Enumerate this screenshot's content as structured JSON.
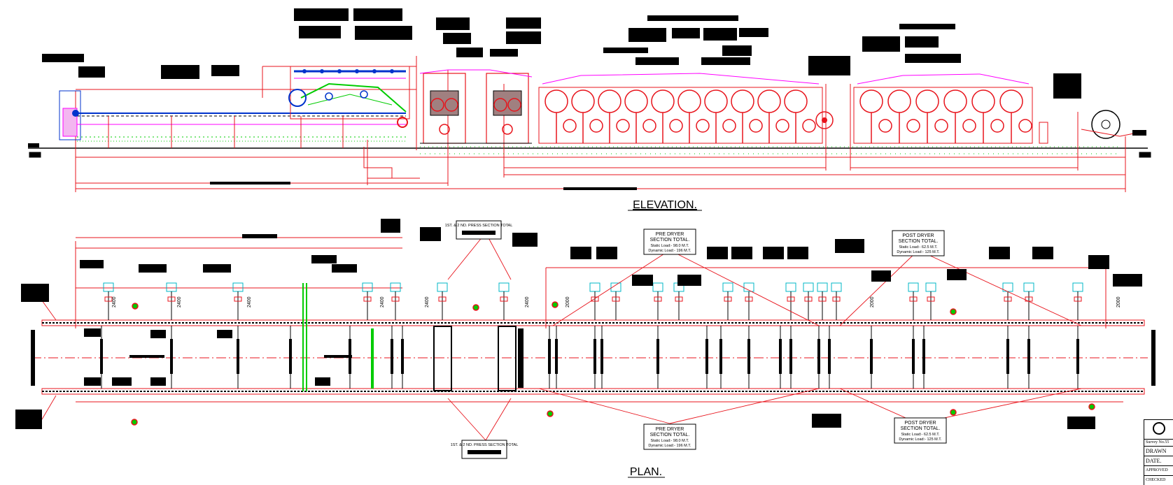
{
  "views": {
    "elevation": "ELEVATION.",
    "plan": "PLAN."
  },
  "press_section_label": "1ST. & 2 ND. PRESS SECTION TOTAL",
  "dryer_sections": [
    {
      "id": "pre-dryer-top",
      "title_line1": "PRE DRYER",
      "title_line2": "SECTION TOTAL.",
      "static_load": "Static Load:- 98.0 M.T.",
      "dynamic_load": "Dynamic Load:- 196 M.T."
    },
    {
      "id": "post-dryer-top",
      "title_line1": "POST DRYER",
      "title_line2": "SECTION TOTAL.",
      "static_load": "Static Load:- 62.5 M.T.",
      "dynamic_load": "Dynamic Load:- 125 M.T."
    },
    {
      "id": "pre-dryer-bottom",
      "title_line1": "PRE DRYER",
      "title_line2": "SECTION TOTAL.",
      "static_load": "Static Load:- 98.0 M.T.",
      "dynamic_load": "Dynamic Load:- 196 M.T."
    },
    {
      "id": "post-dryer-bottom",
      "title_line1": "POST DRYER",
      "title_line2": "SECTION TOTAL.",
      "static_load": "Static Load:- 62.5 M.T.",
      "dynamic_load": "Dynamic Load:- 125 M.T."
    }
  ],
  "dimension_labels": [
    "2400",
    "2400",
    "2400",
    "2400",
    "2400",
    "2400",
    "2000",
    "2000",
    "2000"
  ],
  "title_block": {
    "survey": "Survey No.55",
    "drawn": "DRAWN",
    "date": "DATE.",
    "approved": "APPROVED",
    "checked": "CHECKED"
  },
  "colors": {
    "dimension": "#e8141c",
    "guide": "#ff00ff",
    "wire": "#00cc00",
    "roll": "#0033cc",
    "cyan": "#00b7c7",
    "ink": "#000000"
  }
}
